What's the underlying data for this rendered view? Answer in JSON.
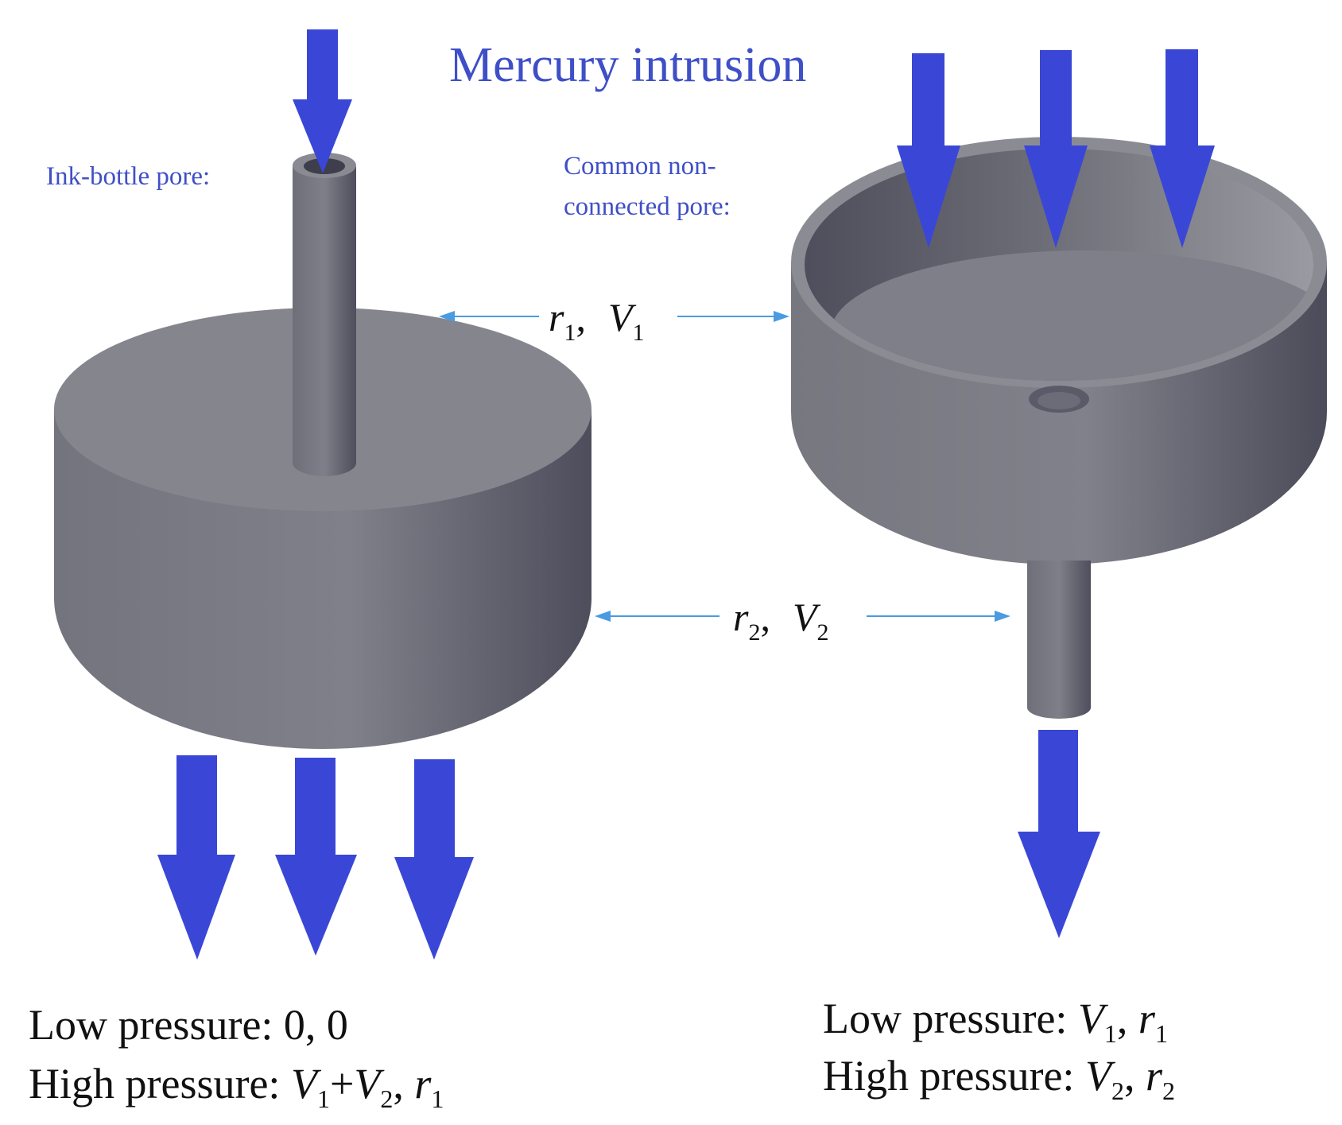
{
  "title": "Mercury intrusion",
  "labels": {
    "ink_bottle": "Ink-bottle pore:",
    "common_line1": "Common non-",
    "common_line2": "connected pore:"
  },
  "dimensions": {
    "top": {
      "r": "r",
      "r_sub": "1",
      "sep": ",",
      "v": "V",
      "v_sub": "1"
    },
    "bottom": {
      "r": "r",
      "r_sub": "2",
      "sep": ",",
      "v": "V",
      "v_sub": "2"
    }
  },
  "left_result": {
    "low_prefix": "Low pressure: 0, 0",
    "high_prefix": "High pressure: ",
    "high_v1": "V",
    "high_v1_sub": "1",
    "plus": "+",
    "high_v2": "V",
    "high_v2_sub": "2",
    "sep": ", ",
    "high_r": "r",
    "high_r_sub": "1"
  },
  "right_result": {
    "low_prefix": "Low pressure: ",
    "low_v": "V",
    "low_v_sub": "1",
    "low_sep": ", ",
    "low_r": "r",
    "low_r_sub": "1",
    "high_prefix": "High pressure: ",
    "high_v": "V",
    "high_v_sub": "2",
    "high_sep": ", ",
    "high_r": "r",
    "high_r_sub": "2"
  },
  "colors": {
    "arrow": "#3a47d6",
    "pore_body": "#7d7d86",
    "pore_dark": "#4a4a58",
    "dimension_line": "#4a9be0",
    "label_blue": "#3f4fc7"
  }
}
